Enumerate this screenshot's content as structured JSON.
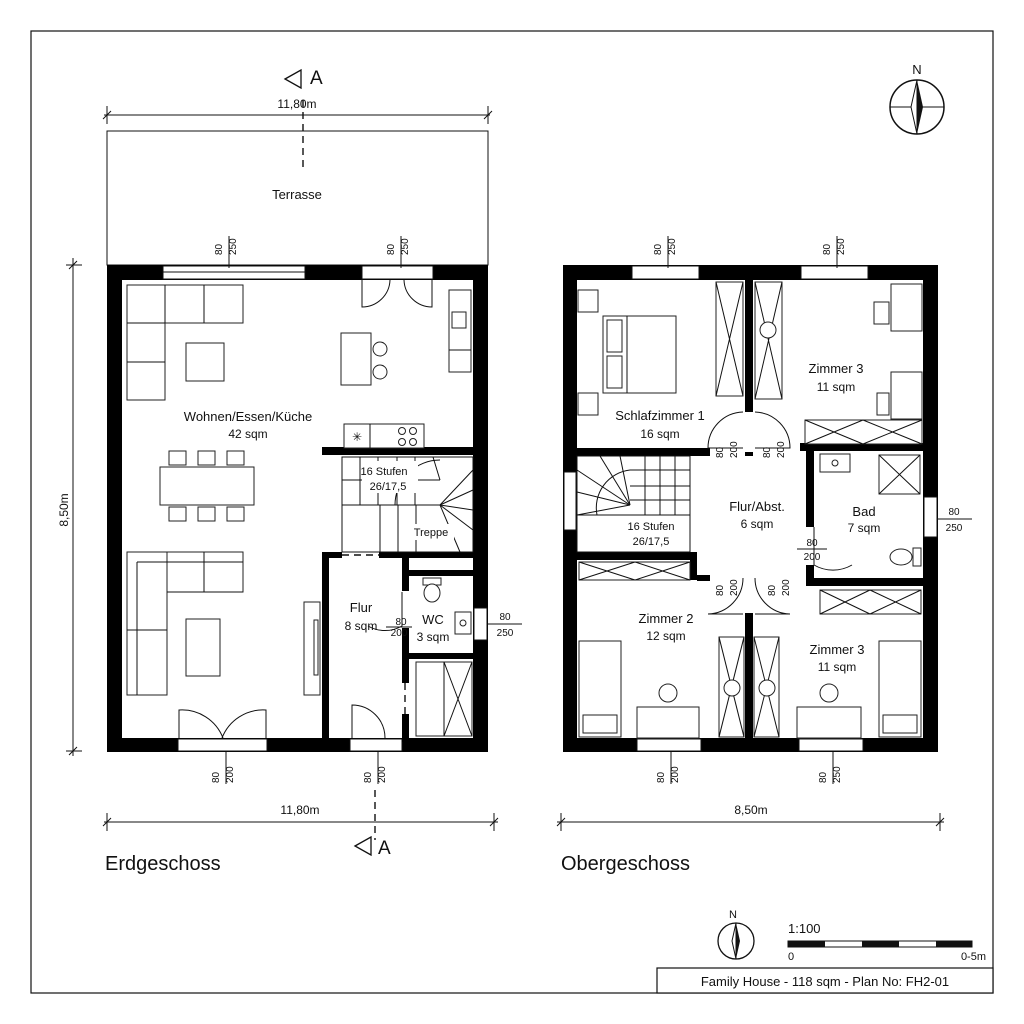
{
  "ground_floor": {
    "name": "Erdgeschoss",
    "width_label": "11,80m",
    "width_label_bottom": "11,80m",
    "height_label": "8,50m",
    "section_mark": "A",
    "terrace": "Terrasse",
    "living": {
      "name": "Wohnen/Essen/Küche",
      "area": "42 sqm"
    },
    "stairs": {
      "steps": "16 Stufen",
      "ratio": "26/17,5",
      "label": "Treppe"
    },
    "hall": {
      "name": "Flur",
      "area": "8 sqm"
    },
    "wc": {
      "name": "WC",
      "area": "3 sqm"
    },
    "openings": [
      {
        "w": "80",
        "h": "250"
      },
      {
        "w": "80",
        "h": "250"
      },
      {
        "w": "80",
        "h": "200"
      },
      {
        "w": "80",
        "h": "250"
      },
      {
        "w": "80",
        "h": "200"
      },
      {
        "w": "80",
        "h": "200"
      }
    ]
  },
  "upper_floor": {
    "name": "Obergeschoss",
    "width_label": "8,50m",
    "master": {
      "name": "Schlafzimmer 1",
      "area": "16 sqm"
    },
    "room3a": {
      "name": "Zimmer 3",
      "area": "11 sqm"
    },
    "hall": {
      "name": "Flur/Abst.",
      "area": "6 sqm"
    },
    "bath": {
      "name": "Bad",
      "area": "7 sqm"
    },
    "stairs": {
      "steps": "16 Stufen",
      "ratio": "26/17,5"
    },
    "room2": {
      "name": "Zimmer 2",
      "area": "12 sqm"
    },
    "room3b": {
      "name": "Zimmer 3",
      "area": "11 sqm"
    },
    "openings": [
      {
        "w": "80",
        "h": "250"
      },
      {
        "w": "80",
        "h": "250"
      },
      {
        "w": "80",
        "h": "200"
      },
      {
        "w": "80",
        "h": "200"
      },
      {
        "w": "80",
        "h": "250"
      },
      {
        "w": "80",
        "h": "200"
      },
      {
        "w": "80",
        "h": "200"
      },
      {
        "w": "80",
        "h": "200"
      },
      {
        "w": "80",
        "h": "200"
      },
      {
        "w": "80",
        "h": "250"
      }
    ]
  },
  "north": "N",
  "scale": {
    "ratio": "1:100",
    "start": "0",
    "end": "0-5m"
  },
  "title_block": "Family House - 118 sqm - Plan No: FH2-01"
}
